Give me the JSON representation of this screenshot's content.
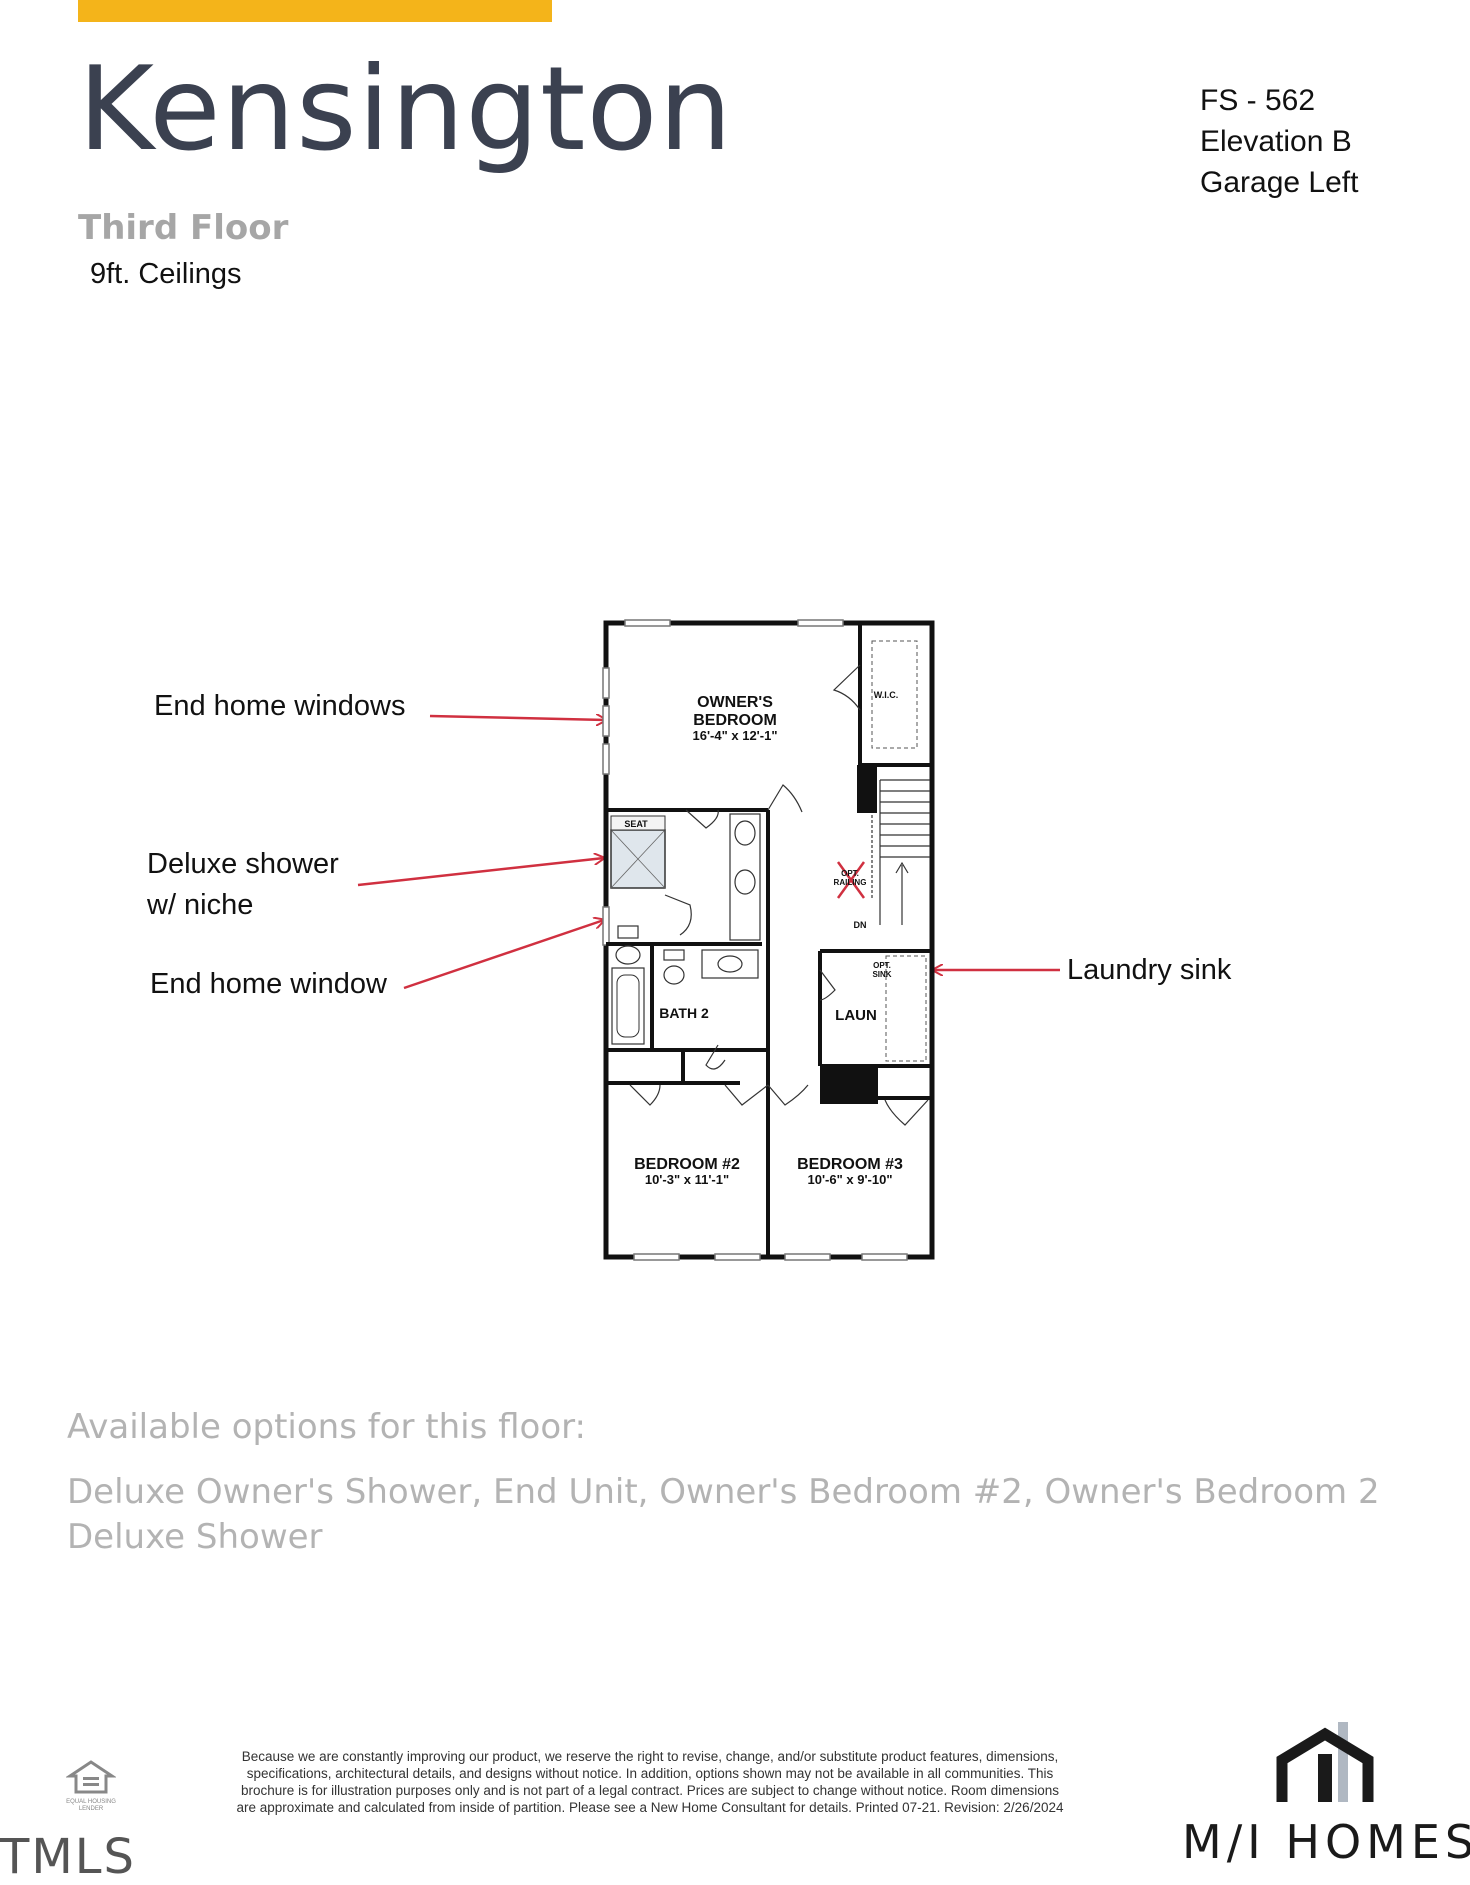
{
  "header": {
    "plan_name": "Kensington",
    "floor_name": "Third Floor",
    "ceilings": "9ft. Ceilings",
    "plan_code": "FS - 562",
    "elevation": "Elevation B",
    "garage": "Garage Left"
  },
  "callouts": {
    "end_home_windows": "End home windows",
    "deluxe_shower_line1": "Deluxe shower",
    "deluxe_shower_line2": "w/ niche",
    "end_home_window": "End home window",
    "laundry_sink": "Laundry sink"
  },
  "floorplan": {
    "owners_bedroom_label_1": "OWNER'S",
    "owners_bedroom_label_2": "BEDROOM",
    "owners_bedroom_dims": "16'-4\" x 12'-1\"",
    "wic": "W.I.C.",
    "seat": "SEAT",
    "opt_railing_1": "OPT.",
    "opt_railing_2": "RAILING",
    "stairs_dn": "DN",
    "opt_sink_1": "OPT.",
    "opt_sink_2": "SINK",
    "laundry": "LAUN",
    "bath2": "BATH 2",
    "bedroom2_label": "BEDROOM #2",
    "bedroom2_dims": "10'-3\" x 11'-1\"",
    "bedroom3_label": "BEDROOM #3",
    "bedroom3_dims": "10'-6\" x 9'-10\""
  },
  "options": {
    "heading": "Available options for this floor:",
    "list": "Deluxe Owner's Shower, End Unit, Owner's Bedroom #2, Owner's Bedroom 2 Deluxe Shower"
  },
  "footer": {
    "disclaimer": "Because we are constantly improving our product, we reserve the right to revise, change, and/or substitute product features, dimensions, specifications, architectural details, and designs without notice. In addition, options shown may not be available in all communities. This brochure is for illustration purposes only and is not part of a legal contract. Prices are subject to change without notice. Room dimensions are approximate and calculated from inside of partition. Please see a New Home Consultant for details. Printed 07-21. Revision: 2/26/2024",
    "equal_housing_1": "EQUAL HOUSING",
    "equal_housing_2": "LENDER",
    "mls_watermark": "TMLS",
    "brand": "M/I HOMES"
  },
  "colors": {
    "accent": "#f4b41a",
    "title": "#3b4150",
    "callout_arrow": "#d03040",
    "muted_text": "#b3b3b3"
  }
}
